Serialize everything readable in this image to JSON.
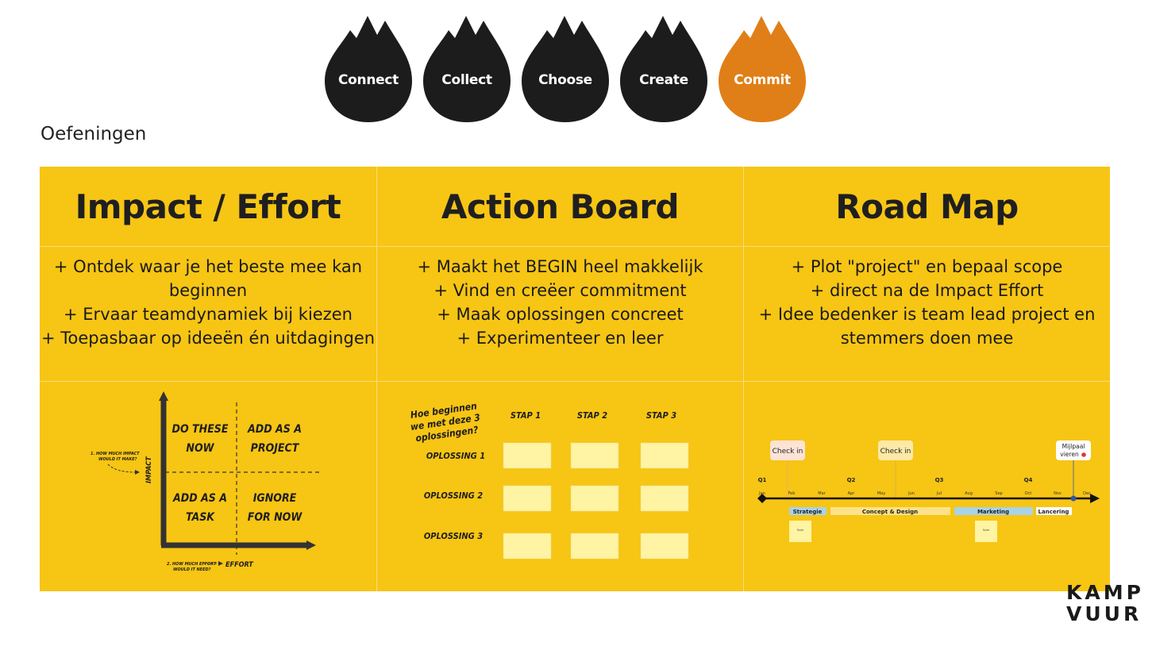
{
  "phases": [
    {
      "label": "Connect",
      "color": "#1c1c1c"
    },
    {
      "label": "Collect",
      "color": "#1c1c1c"
    },
    {
      "label": "Choose",
      "color": "#1c1c1c"
    },
    {
      "label": "Create",
      "color": "#1c1c1c"
    },
    {
      "label": "Commit",
      "color": "#e07f17"
    }
  ],
  "section_title": "Oefeningen",
  "columns": [
    {
      "title": "Impact / Effort",
      "lines": [
        "+ Ontdek waar je het beste mee kan",
        "beginnen",
        "+ Ervaar teamdynamiek bij kiezen",
        "+ Toepasbaar op ideeën én uitdagingen"
      ]
    },
    {
      "title": "Action Board",
      "lines": [
        "+ Maakt het BEGIN heel makkelijk",
        "+ Vind en creëer commitment",
        "+ Maak oplossingen concreet",
        "+ Experimenteer en leer"
      ]
    },
    {
      "title": "Road Map",
      "lines": [
        "+ Plot \"project\" en bepaal scope",
        "+ direct na de Impact Effort",
        "+ Idee bedenker is team lead project en",
        "stemmers doen mee"
      ]
    }
  ],
  "impact_effort": {
    "quadrants": [
      [
        "DO THESE",
        "NOW"
      ],
      [
        "ADD AS A",
        "PROJECT"
      ],
      [
        "ADD AS A",
        "TASK"
      ],
      [
        "IGNORE",
        "FOR NOW"
      ]
    ],
    "y_axis": "IMPACT",
    "x_axis": "EFFORT",
    "y_note": [
      "1. HOW MUCH IMPACT",
      "WOULD IT MAKE?"
    ],
    "x_note": [
      "2. HOW MUCH EFFORT",
      "WOULD IT NEED?"
    ]
  },
  "action_board": {
    "question": [
      "Hoe beginnen",
      "we met deze 3",
      "oplossingen?"
    ],
    "steps": [
      "STAP 1",
      "STAP 2",
      "STAP 3"
    ],
    "solutions": [
      "OPLOSSING 1",
      "OPLOSSING 2",
      "OPLOSSING 3"
    ],
    "note_color": "#fff4a3"
  },
  "road_map": {
    "quarters": [
      "Q1",
      "Q2",
      "Q3",
      "Q4"
    ],
    "months": [
      "Jan",
      "Feb",
      "Mar",
      "Apr",
      "May",
      "Jun",
      "Jul",
      "Aug",
      "Sep",
      "Oct",
      "Nov",
      "Dec"
    ],
    "callouts": [
      "Check in",
      "Check in",
      "Mijlpaal",
      "vieren"
    ],
    "phases": [
      {
        "label": "Strategie",
        "color": "#a9d3e8"
      },
      {
        "label": "Concept & Design",
        "color": "#fde28a"
      },
      {
        "label": "Marketing",
        "color": "#a9d3e8"
      },
      {
        "label": "Lancering",
        "color": "#ffffff"
      }
    ],
    "note_label": "Note"
  },
  "logo": {
    "line1": "KAMP",
    "line2": "VUUR"
  }
}
